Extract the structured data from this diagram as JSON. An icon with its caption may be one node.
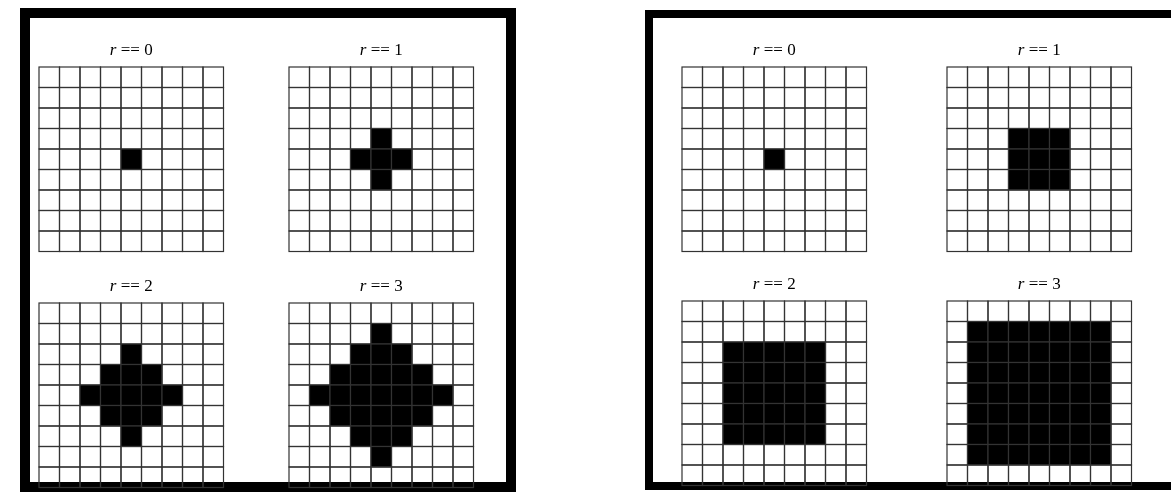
{
  "diagram": {
    "nodes": [
      {
        "text": [],
        "shape": "box"
      },
      {
        "text": [
          "*r* == 0"
        ],
        "in": 0
      },
      {
        "text": [
          "*r* == 1"
        ],
        "in": 0
      },
      {
        "text": [
          "*r* == 2"
        ],
        "in": 0
      },
      {
        "text": [
          "*r* == 3"
        ],
        "in": 0
      },
      {
        "text": [],
        "shape": "box"
      },
      {
        "text": [
          "*r* == 0"
        ],
        "in": 5
      },
      {
        "text": [
          "*r* == 1"
        ],
        "in": 5
      },
      {
        "text": [
          "*r* == 2"
        ],
        "in": 5
      },
      {
        "text": [
          "*r* == 3"
        ],
        "in": 5
      }
    ]
  }
}
